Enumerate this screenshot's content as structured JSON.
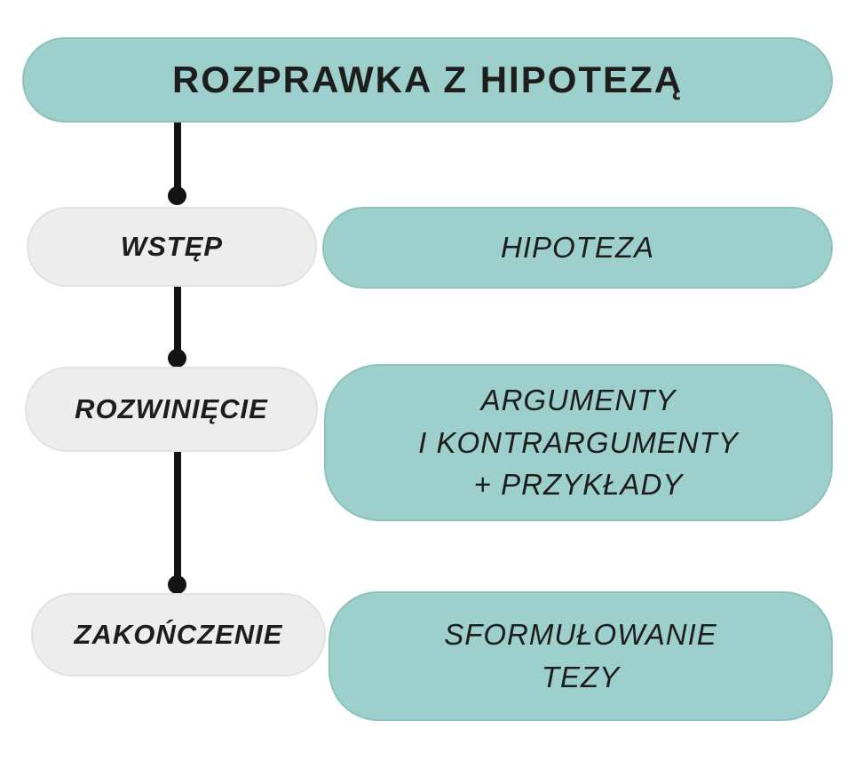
{
  "title": "ROZPRAWKA Z HIPOTEZĄ",
  "rows": [
    {
      "stage": "WSTĘP",
      "detail": "HIPOTEZA"
    },
    {
      "stage": "ROZWINIĘCIE",
      "detail": "ARGUMENTY\nI KONTRARGUMENTY\n+ PRZYKŁADY"
    },
    {
      "stage": "ZAKOŃCZENIE",
      "detail": "SFORMUŁOWANIE\nTEZY"
    }
  ],
  "colors": {
    "teal": "#9dcfcc",
    "teal_edge": "#8ec2bf",
    "gray": "#ededed",
    "gray_edge": "#e2e2e2",
    "text": "#1d1d1b",
    "connector": "#131313"
  }
}
